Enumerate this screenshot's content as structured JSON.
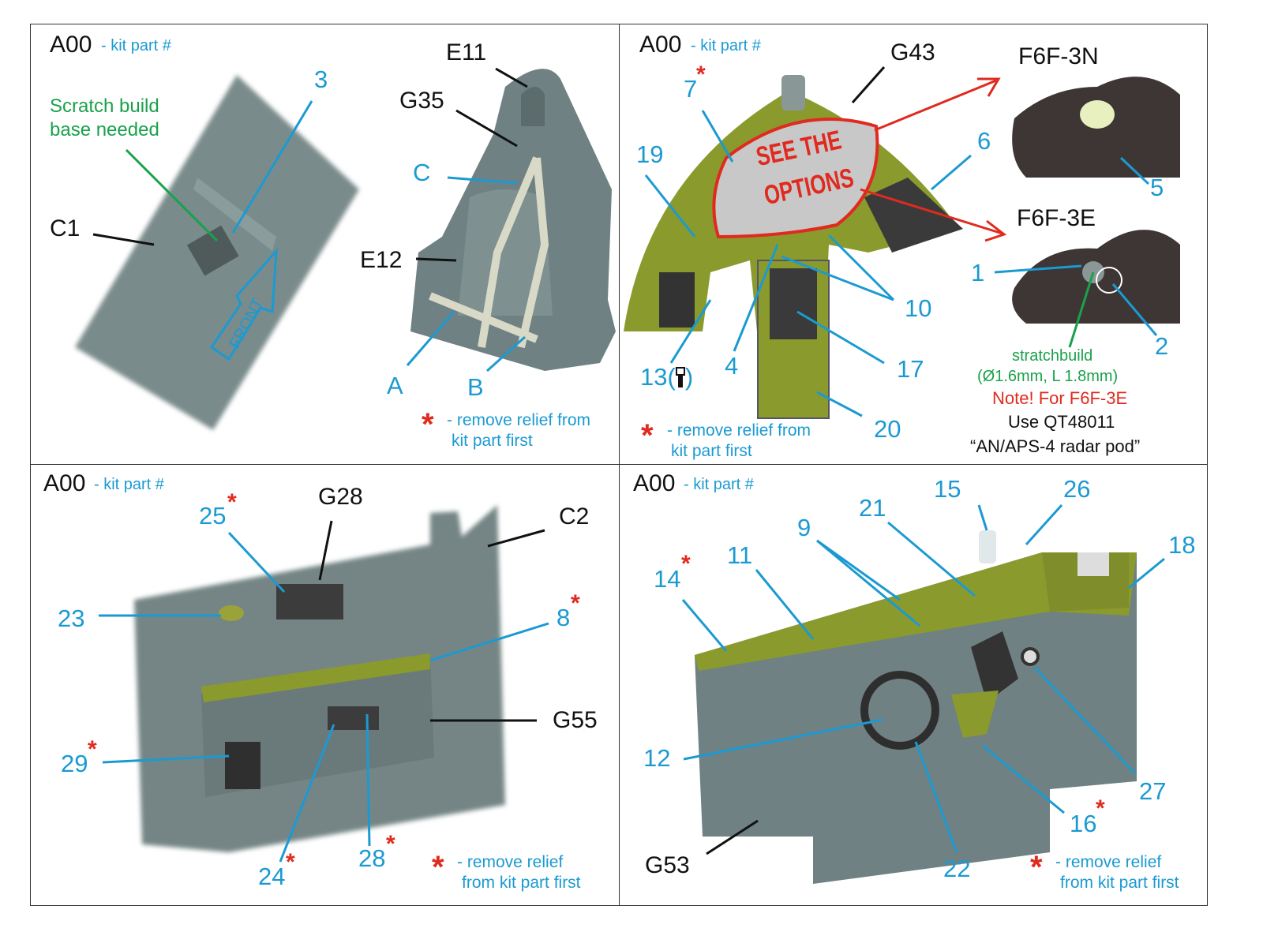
{
  "header": {
    "code": "A00",
    "subtitle": "- kit part #"
  },
  "note": {
    "remove_relief_1": "- remove relief from",
    "remove_relief_2": "kit part first",
    "remove_relief_short_1": "- remove relief",
    "remove_relief_short_2": "from kit part first",
    "star": "*"
  },
  "panel1": {
    "scratch_1": "Scratch build",
    "scratch_2": "base needed",
    "labels": {
      "p3": "3",
      "C1": "C1",
      "E11": "E11",
      "G35": "G35",
      "C": "C",
      "E12": "E12",
      "A": "A",
      "B": "B"
    },
    "front": "FRONT"
  },
  "panel2": {
    "labels": {
      "G43": "G43",
      "F6F3N": "F6F-3N",
      "F6F3E": "F6F-3E",
      "p7": "7",
      "p19": "19",
      "p6": "6",
      "p5": "5",
      "p1": "1",
      "p2": "2",
      "p10": "10",
      "p17": "17",
      "p4": "4",
      "p13": "13(",
      "p13b": ")",
      "p20": "20"
    },
    "sign_1": "SEE THE",
    "sign_2": "OPTIONS",
    "green_1": "stratchbuild",
    "green_2": "(Ø1.6mm, L 1.8mm)",
    "note_red": "Note! For F6F-3E",
    "use": "Use QT48011",
    "pod": "“AN/APS-4 radar pod”"
  },
  "panel3": {
    "labels": {
      "p25": "25",
      "G28": "G28",
      "C2": "C2",
      "p23": "23",
      "p8": "8",
      "G55": "G55",
      "p29": "29",
      "p24": "24",
      "p28": "28"
    }
  },
  "panel4": {
    "labels": {
      "p15": "15",
      "p26": "26",
      "p21": "21",
      "p9": "9",
      "p18": "18",
      "p11": "11",
      "p14": "14",
      "p12": "12",
      "p27": "27",
      "p16": "16",
      "G53": "G53",
      "p22": "22"
    }
  },
  "colors": {
    "cyan": "#1b9ad2",
    "green": "#1aa14b",
    "red": "#e02a1f",
    "part_grey": "#6f8182",
    "cockpit_green": "#8a9a2c"
  }
}
